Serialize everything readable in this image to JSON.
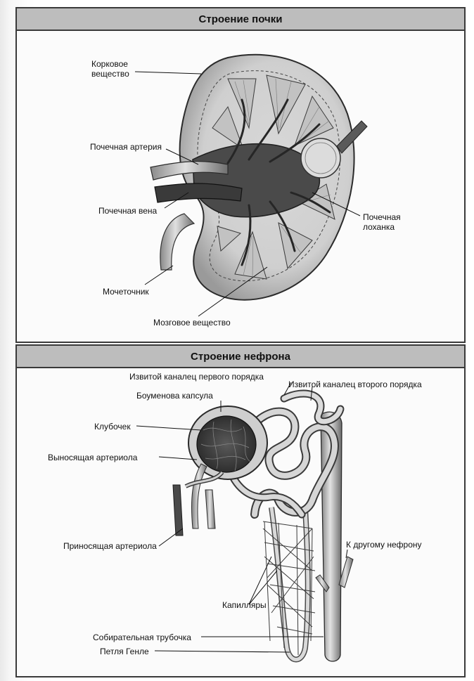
{
  "kidney": {
    "title": "Строение почки",
    "labels": {
      "cortex_line1": "Корковое",
      "cortex_line2": "вещество",
      "renal_artery": "Почечная артерия",
      "renal_vein": "Почечная вена",
      "ureter": "Мочеточник",
      "medulla": "Мозговое вещество",
      "pelvis_line1": "Почечная",
      "pelvis_line2": "лоханка"
    }
  },
  "nephron": {
    "title": "Строение нефрона",
    "labels": {
      "proximal_tubule": "Извитой каналец первого порядка",
      "distal_tubule": "Извитой каналец второго порядка",
      "bowman_capsule": "Боуменова капсула",
      "glomerulus": "Клубочек",
      "efferent_arteriole": "Выносящая артериола",
      "afferent_arteriole": "Приносящая артериола",
      "to_other_nephron": "К другому нефрону",
      "capillaries": "Капилляры",
      "collecting_duct": "Собирательная трубочка",
      "loop_of_henle": "Петля Генле"
    }
  },
  "colors": {
    "panel_border": "#3a3a3a",
    "header_bg": "#bdbdbd",
    "tissue_light": "#e6e6e6",
    "tissue_mid": "#b5b5b5",
    "tissue_dark": "#3c3c3c"
  }
}
